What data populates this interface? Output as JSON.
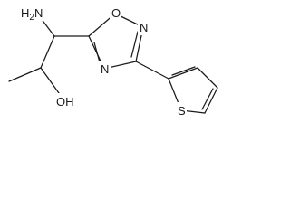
{
  "atoms": {
    "amine": {
      "text": "H",
      "sub": "2",
      "tail": "N"
    },
    "hydroxyl": "OH",
    "ring_oxygen": "O",
    "ring_n2": "N",
    "ring_n4": "N",
    "thiophene_s": "S"
  },
  "colors": {
    "bond": "#1a1a1a",
    "background": "#ffffff"
  }
}
